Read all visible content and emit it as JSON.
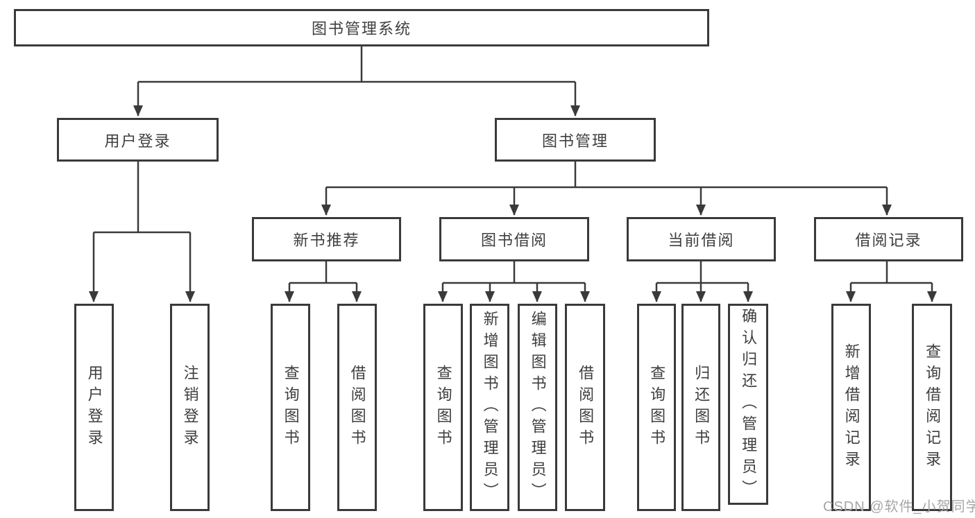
{
  "diagram": {
    "title": "图书管理系统",
    "watermark": "CSDN @软件_小贺同学",
    "colors": {
      "line": "#3a3a3a",
      "text": "#3e3e3e",
      "background": "#ffffff",
      "watermark": "#a6a6a6"
    },
    "nodes": {
      "root": {
        "label": "图书管理系统"
      },
      "user_login": {
        "label": "用户登录"
      },
      "book_mgmt": {
        "label": "图书管理"
      },
      "new_book_rec": {
        "label": "新书推荐"
      },
      "book_borrow": {
        "label": "图书借阅"
      },
      "current_borrow": {
        "label": "当前借阅"
      },
      "borrow_records": {
        "label": "借阅记录"
      },
      "leaf_user_login": {
        "label": "用户登录"
      },
      "leaf_logout": {
        "label": "注销登录"
      },
      "leaf_query_book_1": {
        "label": "查询图书"
      },
      "leaf_borrow_book_1": {
        "label": "借阅图书"
      },
      "leaf_query_book_2": {
        "label": "查询图书"
      },
      "leaf_add_book": {
        "label": "新增图书（管理员）"
      },
      "leaf_edit_book": {
        "label": "编辑图书（管理员）"
      },
      "leaf_borrow_book_2": {
        "label": "借阅图书"
      },
      "leaf_query_book_3": {
        "label": "查询图书"
      },
      "leaf_return_book": {
        "label": "归还图书"
      },
      "leaf_confirm_return": {
        "label": "确认归还（管理员）"
      },
      "leaf_add_borrow_record": {
        "label": "新增借阅记录"
      },
      "leaf_query_borrow_record": {
        "label": "查询借阅记录"
      }
    },
    "edges": [
      "图书管理系统→用户登录",
      "图书管理系统→图书管理",
      "用户登录→用户登录",
      "用户登录→注销登录",
      "图书管理→新书推荐",
      "图书管理→图书借阅",
      "图书管理→当前借阅",
      "图书管理→借阅记录",
      "新书推荐→查询图书",
      "新书推荐→借阅图书",
      "图书借阅→查询图书",
      "图书借阅→新增图书（管理员）",
      "图书借阅→编辑图书（管理员）",
      "图书借阅→借阅图书",
      "当前借阅→查询图书",
      "当前借阅→归还图书",
      "当前借阅→确认归还（管理员）",
      "借阅记录→新增借阅记录",
      "借阅记录→查询借阅记录"
    ]
  }
}
